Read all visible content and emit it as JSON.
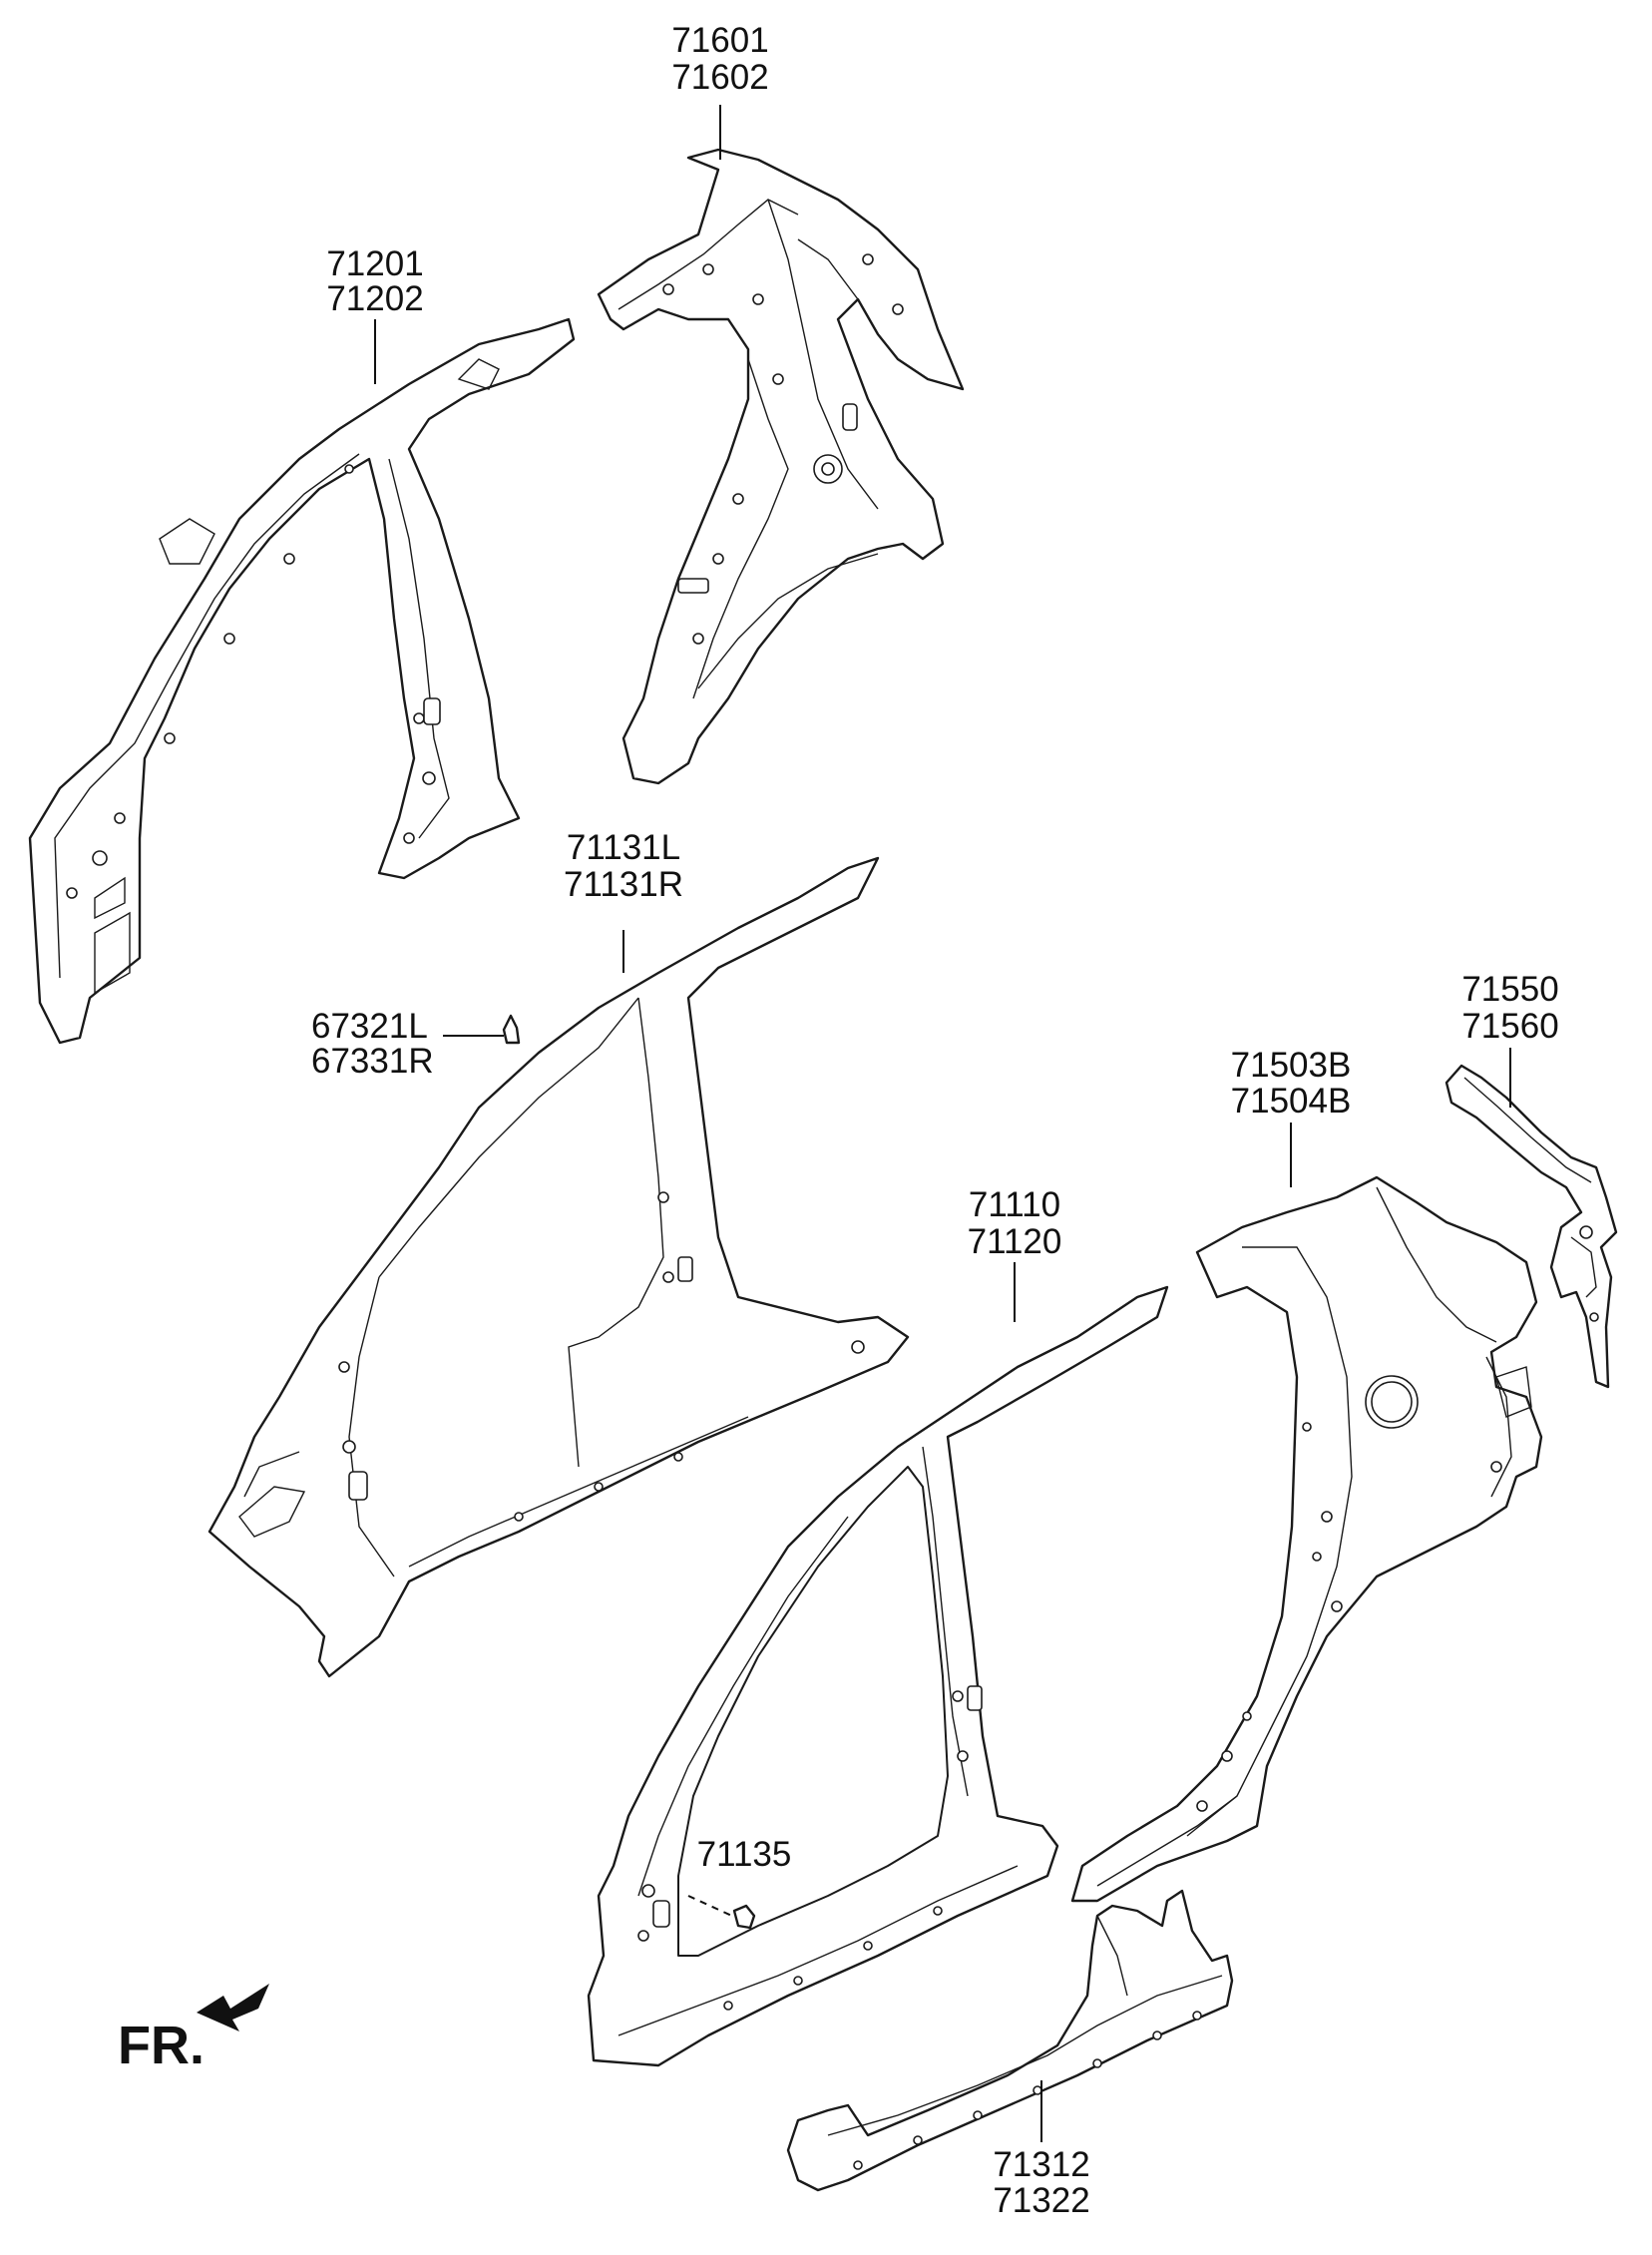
{
  "callouts": {
    "c71601": [
      "71601",
      "71602"
    ],
    "c71201": [
      "71201",
      "71202"
    ],
    "c71131": [
      "71131L",
      "71131R"
    ],
    "c67321": [
      "67321L",
      "67331R"
    ],
    "c71550": [
      "71550",
      "71560"
    ],
    "c71503": [
      "71503B",
      "71504B"
    ],
    "c71110": [
      "71110",
      "71120"
    ],
    "c71135": [
      "71135"
    ],
    "c71312": [
      "71312",
      "71322"
    ]
  },
  "direction_indicator": "FR."
}
